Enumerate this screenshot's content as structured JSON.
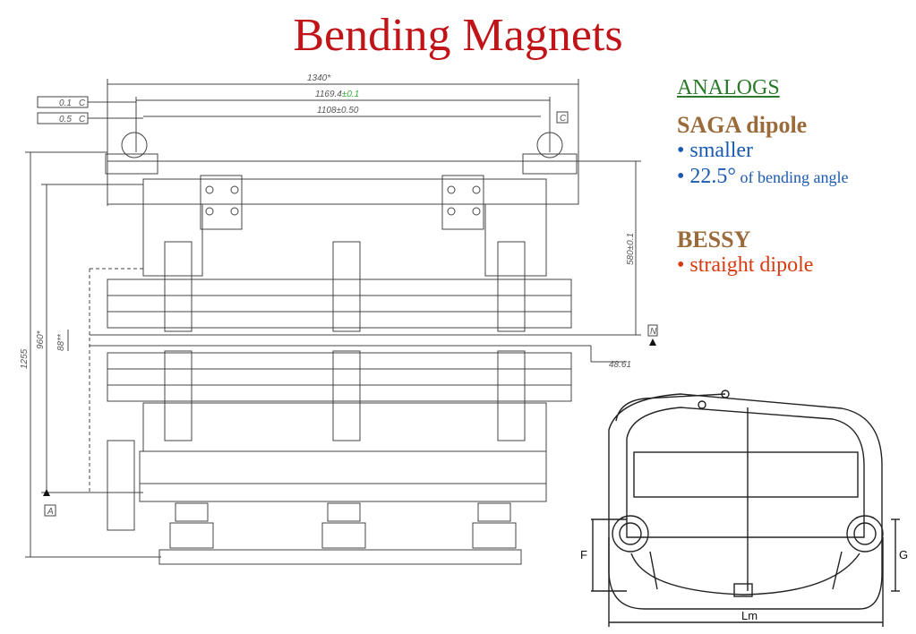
{
  "title": "Bending Magnets",
  "analogs": {
    "heading": "ANALOGS",
    "saga": {
      "name": "SAGA dipole",
      "items": [
        {
          "bullet": "•",
          "text": "smaller"
        },
        {
          "bullet": "•",
          "main": "22.5°",
          "rest": " of bending angle"
        }
      ]
    },
    "bessy": {
      "name": "BESSY",
      "items": [
        {
          "bullet": "•",
          "text": "straight dipole"
        }
      ]
    }
  },
  "drawing_left": {
    "dims": {
      "d1340": "1340*",
      "d1169": "1169.4",
      "d1169_tol": "±0.1",
      "d1108": "1108±0.50",
      "d580": "580±0.1",
      "d960": "960*",
      "d88": "88**",
      "d1255": "1255",
      "d48": "48.61",
      "tol1": "0.1",
      "tol2": "0.5",
      "ref_c": "C",
      "ref_n": "N",
      "ref_a": "A"
    }
  },
  "drawing_right": {
    "labels": {
      "f": "F",
      "g": "G",
      "lm": "Lm"
    }
  }
}
